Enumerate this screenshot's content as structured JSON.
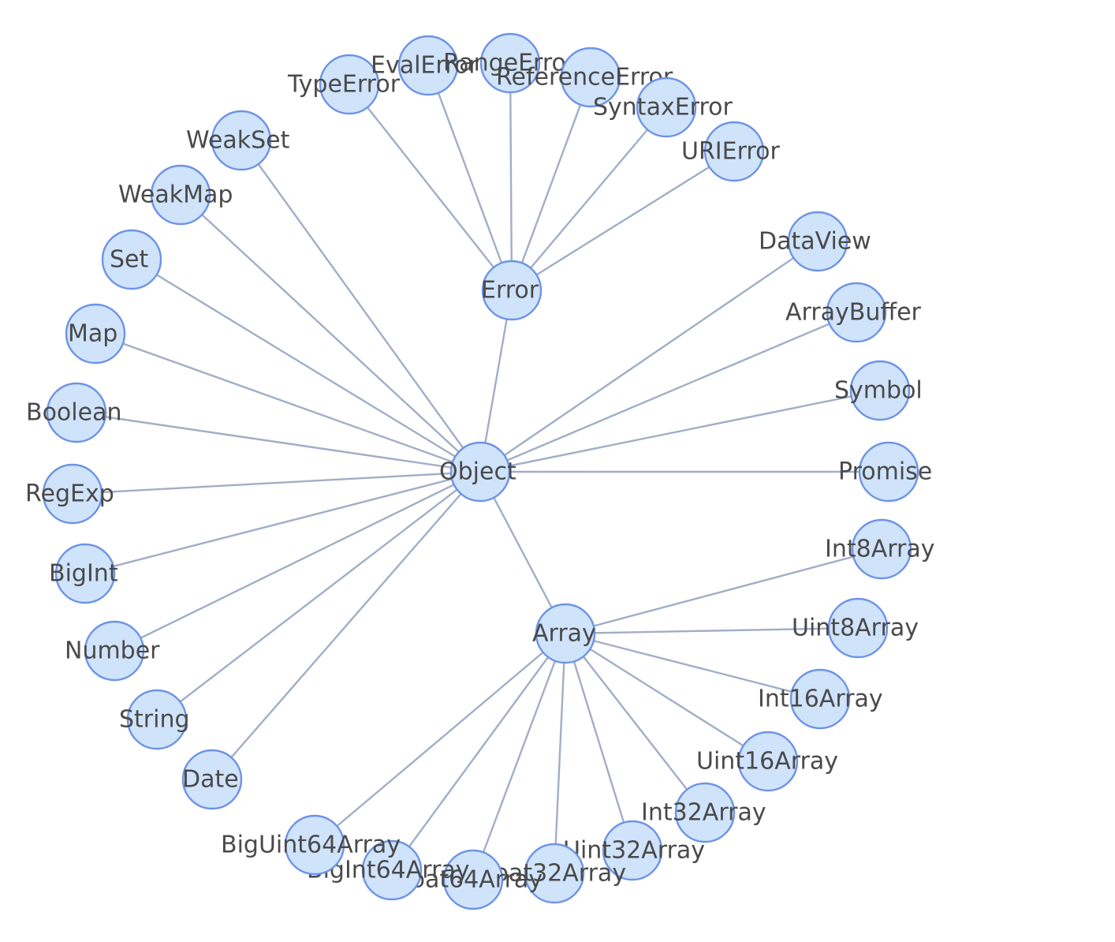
{
  "graph": {
    "root": "Object",
    "nodes": [
      "Object",
      "Error",
      "Array",
      "TypeError",
      "EvalError",
      "RangeError",
      "ReferenceError",
      "SyntaxError",
      "URIError",
      "WeakSet",
      "WeakMap",
      "Set",
      "Map",
      "Boolean",
      "RegExp",
      "BigInt",
      "Number",
      "String",
      "Date",
      "DataView",
      "ArrayBuffer",
      "Symbol",
      "Promise",
      "Int8Array",
      "Uint8Array",
      "Int16Array",
      "Uint16Array",
      "Int32Array",
      "Uint32Array",
      "Float32Array",
      "Float64Array",
      "BigInt64Array",
      "BigUint64Array"
    ],
    "edges": [
      [
        "Object",
        "Error"
      ],
      [
        "Object",
        "Array"
      ],
      [
        "Object",
        "WeakSet"
      ],
      [
        "Object",
        "WeakMap"
      ],
      [
        "Object",
        "Set"
      ],
      [
        "Object",
        "Map"
      ],
      [
        "Object",
        "Boolean"
      ],
      [
        "Object",
        "RegExp"
      ],
      [
        "Object",
        "BigInt"
      ],
      [
        "Object",
        "Number"
      ],
      [
        "Object",
        "String"
      ],
      [
        "Object",
        "Date"
      ],
      [
        "Object",
        "DataView"
      ],
      [
        "Object",
        "ArrayBuffer"
      ],
      [
        "Object",
        "Symbol"
      ],
      [
        "Object",
        "Promise"
      ],
      [
        "Error",
        "TypeError"
      ],
      [
        "Error",
        "EvalError"
      ],
      [
        "Error",
        "RangeError"
      ],
      [
        "Error",
        "ReferenceError"
      ],
      [
        "Error",
        "SyntaxError"
      ],
      [
        "Error",
        "URIError"
      ],
      [
        "Array",
        "Int8Array"
      ],
      [
        "Array",
        "Uint8Array"
      ],
      [
        "Array",
        "Int16Array"
      ],
      [
        "Array",
        "Uint16Array"
      ],
      [
        "Array",
        "Int32Array"
      ],
      [
        "Array",
        "Uint32Array"
      ],
      [
        "Array",
        "Float32Array"
      ],
      [
        "Array",
        "Float64Array"
      ],
      [
        "Array",
        "BigInt64Array"
      ],
      [
        "Array",
        "BigUint64Array"
      ]
    ]
  },
  "colors": {
    "node_fill": "#cfe3fb",
    "node_stroke": "#6d93e6",
    "edge": "#a1aec6",
    "label": "#4a4a4a",
    "background": "#ffffff"
  }
}
